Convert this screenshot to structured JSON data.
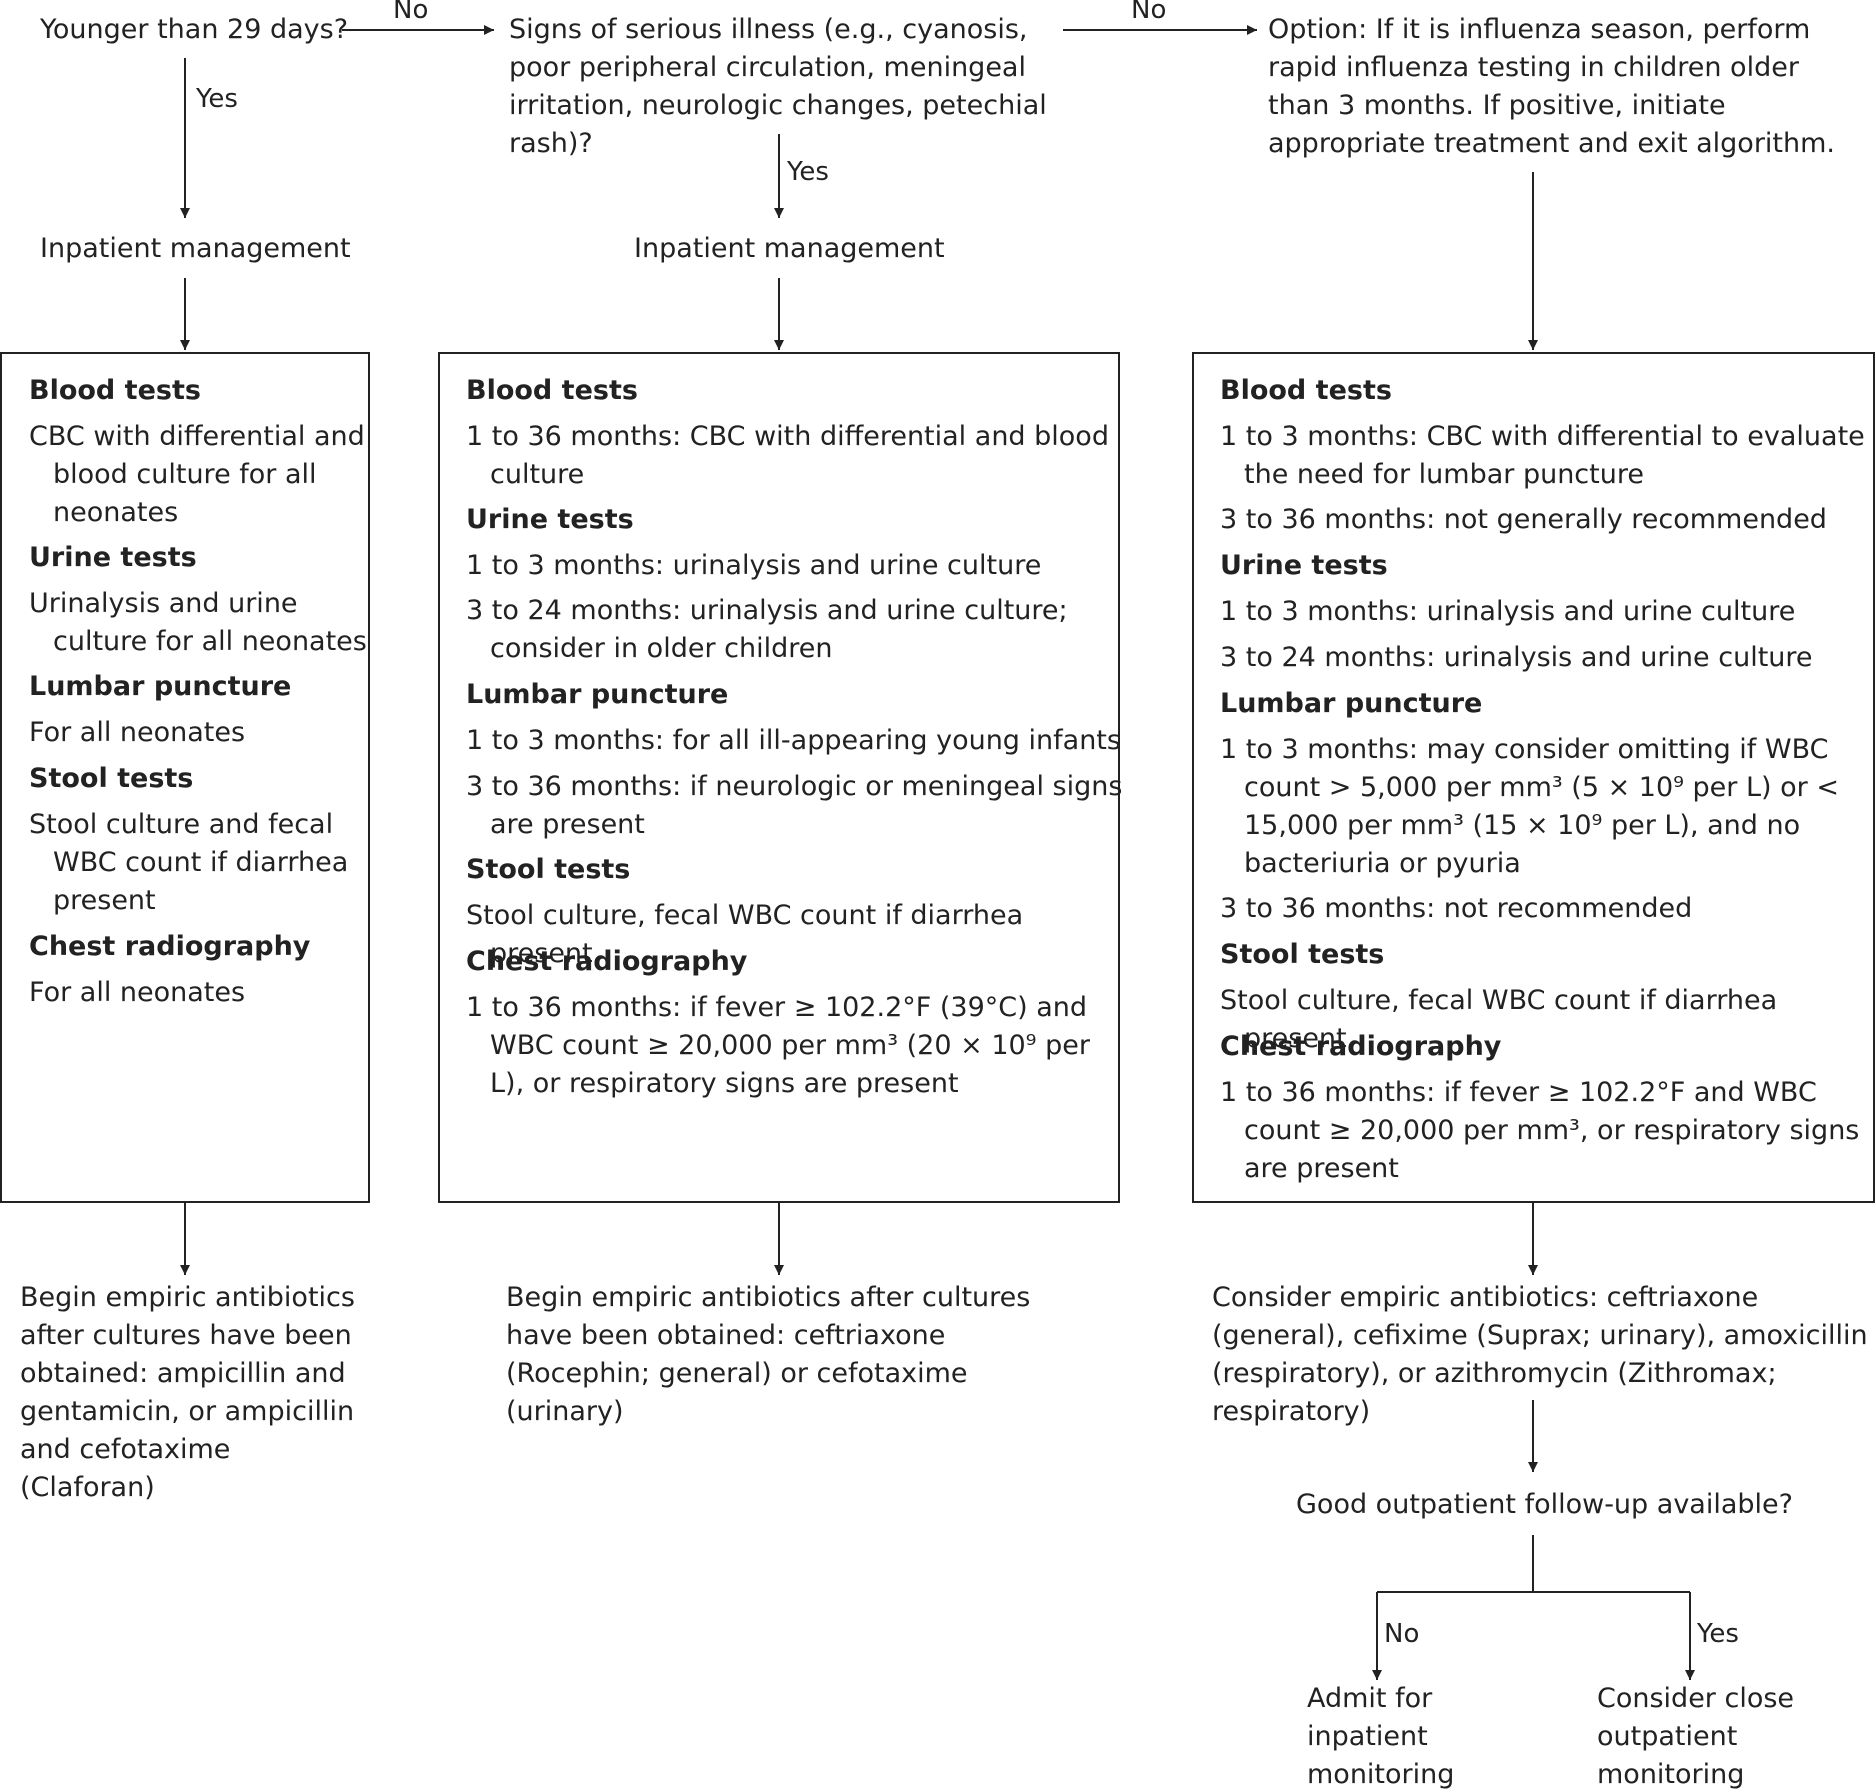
{
  "decisions": {
    "age": "Younger than 29 days?",
    "serious": "Signs of serious illness (e.g., cyanosis, poor peripheral circulation, meningeal irritation, neurologic changes, petechial rash)?",
    "influenza": "Option: If it is influenza season, perform rapid influenza testing in children older than 3 months. If positive, initiate appropriate treatment and exit algorithm.",
    "followup": "Good outpatient follow-up available?"
  },
  "labels": {
    "no": "No",
    "yes": "Yes"
  },
  "inpatient": "Inpatient management",
  "boxes": {
    "left": {
      "blood_h": "Blood tests",
      "blood_1": "CBC with differential and blood culture for all neonates",
      "urine_h": "Urine tests",
      "urine_1": "Urinalysis and urine culture for all neonates",
      "lumbar_h": "Lumbar puncture",
      "lumbar_1": "For all neonates",
      "stool_h": "Stool tests",
      "stool_1": "Stool culture and fecal WBC count if diarrhea present",
      "chest_h": "Chest radiography",
      "chest_1": "For all neonates"
    },
    "middle": {
      "blood_h": "Blood tests",
      "blood_1": "1 to 36 months: CBC with differential and blood culture",
      "urine_h": "Urine tests",
      "urine_1": "1 to 3 months: urinalysis and urine culture",
      "urine_2": "3 to 24 months: urinalysis and urine culture; consider in older children",
      "lumbar_h": "Lumbar puncture",
      "lumbar_1": "1 to 3 months: for all ill-appearing young infants",
      "lumbar_2": "3 to 36 months: if neurologic or meningeal signs are present",
      "stool_h": "Stool tests",
      "stool_1": "Stool culture, fecal WBC count if diarrhea present",
      "chest_h": "Chest radiography",
      "chest_1": "1 to 36 months: if fever ≥ 102.2°F (39°C) and WBC count ≥ 20,000 per mm³ (20 × 10⁹ per L), or respiratory signs are present"
    },
    "right": {
      "blood_h": "Blood tests",
      "blood_1": "1 to 3 months: CBC with differential to evaluate the need for lumbar puncture",
      "blood_2": "3 to 36 months: not generally recommended",
      "urine_h": "Urine tests",
      "urine_1": "1 to 3 months: urinalysis and urine culture",
      "urine_2": "3 to 24 months: urinalysis and urine culture",
      "lumbar_h": "Lumbar puncture",
      "lumbar_1": "1 to 3 months: may consider omitting if WBC count > 5,000 per mm³ (5 × 10⁹ per L) or < 15,000 per mm³ (15 × 10⁹ per L), and no bacteriuria or pyuria",
      "lumbar_2": "3 to 36 months: not recommended",
      "stool_h": "Stool tests",
      "stool_1": "Stool culture, fecal WBC count if diarrhea present",
      "chest_h": "Chest radiography",
      "chest_1": "1 to 36 months: if fever ≥ 102.2°F and WBC count ≥ 20,000 per mm³, or respiratory signs are present"
    }
  },
  "outcomes": {
    "left": "Begin empiric antibiotics after cultures have been obtained: ampicillin and gentamicin, or ampicillin and cefotaxime (Claforan)",
    "middle": "Begin empiric antibiotics after cultures have been obtained: ceftriaxone (Rocephin; general) or cefotaxime (urinary)",
    "right": "Consider empiric antibiotics: ceftriaxone (general), cefixime (Suprax; urinary), amoxicillin (respiratory), or azithromycin (Zithromax; respiratory)",
    "admit": "Admit for inpatient monitoring",
    "close": "Consider close outpatient monitoring"
  },
  "colors": {
    "line": "#222222",
    "text": "#222222",
    "background": "#ffffff"
  }
}
